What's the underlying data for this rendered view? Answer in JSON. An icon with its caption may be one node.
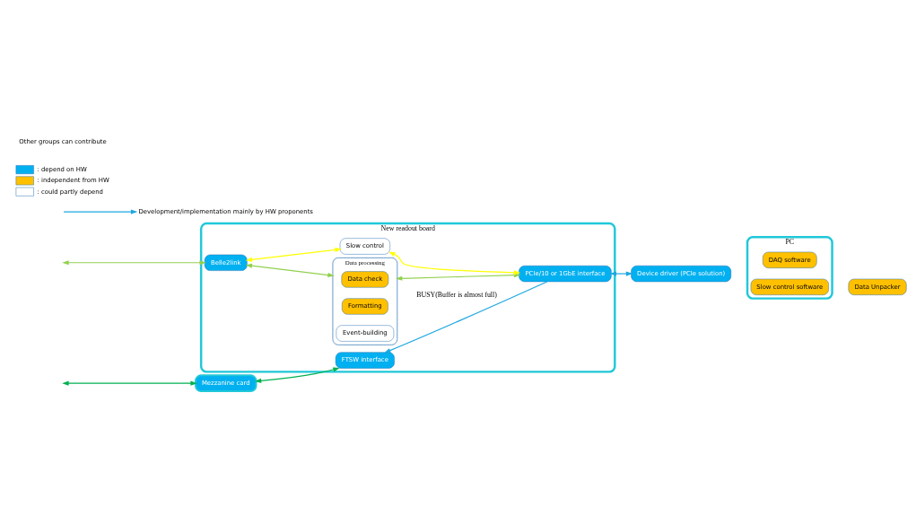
{
  "diagram": {
    "nodes": [
      {
        "text": [
          "New readout board"
        ]
      },
      {
        "text": [
          "Mezzanine card"
        ]
      },
      {
        "text": [
          "FTSW interface"
        ],
        "in": 0
      },
      {
        "text": [
          "Belle2link"
        ],
        "in": 0
      },
      {
        "text": [
          "Data processing"
        ],
        "in": 0
      },
      {
        "text": [
          "Data check"
        ],
        "in": 4
      },
      {
        "text": [
          "Formatting"
        ],
        "in": 4
      },
      {
        "text": [
          "Event-building"
        ],
        "in": 4
      },
      {
        "text": [
          "Slow control"
        ],
        "in": 0
      },
      {
        "text": [
          "PCIe/10 or 1GbE interface"
        ],
        "in": 0
      },
      {
        "text": [
          "PC"
        ]
      },
      {
        "text": [
          "Device driver (PCIe solution)"
        ]
      },
      {
        "text": [
          "DAQ software"
        ],
        "in": 10
      },
      {
        "text": [
          "Slow control software"
        ],
        "in": 10
      },
      {
        "text": [
          "Data Unpacker"
        ]
      },
      {
        "text": [
          "Development/implementation mainly by HW proponents"
        ]
      }
    ],
    "edges": [
      {
        "from": null,
        "to": 1,
        "arrow": "both",
        "color": "#00b050"
      },
      {
        "from": 1,
        "to": 2,
        "arrow": "both",
        "color": "#00b050"
      },
      {
        "from": null,
        "to": 3,
        "arrow": "both",
        "color": "#92d050"
      },
      {
        "from": 3,
        "to": 4,
        "arrow": "both",
        "color": "#92d050"
      },
      {
        "from": 3,
        "to": 8,
        "arrow": "both",
        "color": "#ffff00"
      },
      {
        "from": 4,
        "to": 9,
        "arrow": "both",
        "color": "#92d050"
      },
      {
        "from": 8,
        "to": 9,
        "arrow": "both",
        "color": "#ffff00"
      },
      {
        "from": 9,
        "to": 2,
        "arrow": "to",
        "label": "BUSY(Buffer is almost full)",
        "color": "#1ea7e0"
      },
      {
        "from": 9,
        "to": 11,
        "arrow": "both",
        "color": "#1ea7e0"
      },
      {
        "from": null,
        "to": 15,
        "arrow": "to",
        "color": "#1ea7e0"
      }
    ],
    "labels": [
      "Other groups can contribute"
    ],
    "legend": [
      {
        "text": ": depend on HW",
        "color": "#00b0f0"
      },
      {
        "text": ": independent from HW",
        "color": "#ffc000"
      },
      {
        "text": ": could partly depend",
        "color": "#ffffff"
      }
    ]
  }
}
